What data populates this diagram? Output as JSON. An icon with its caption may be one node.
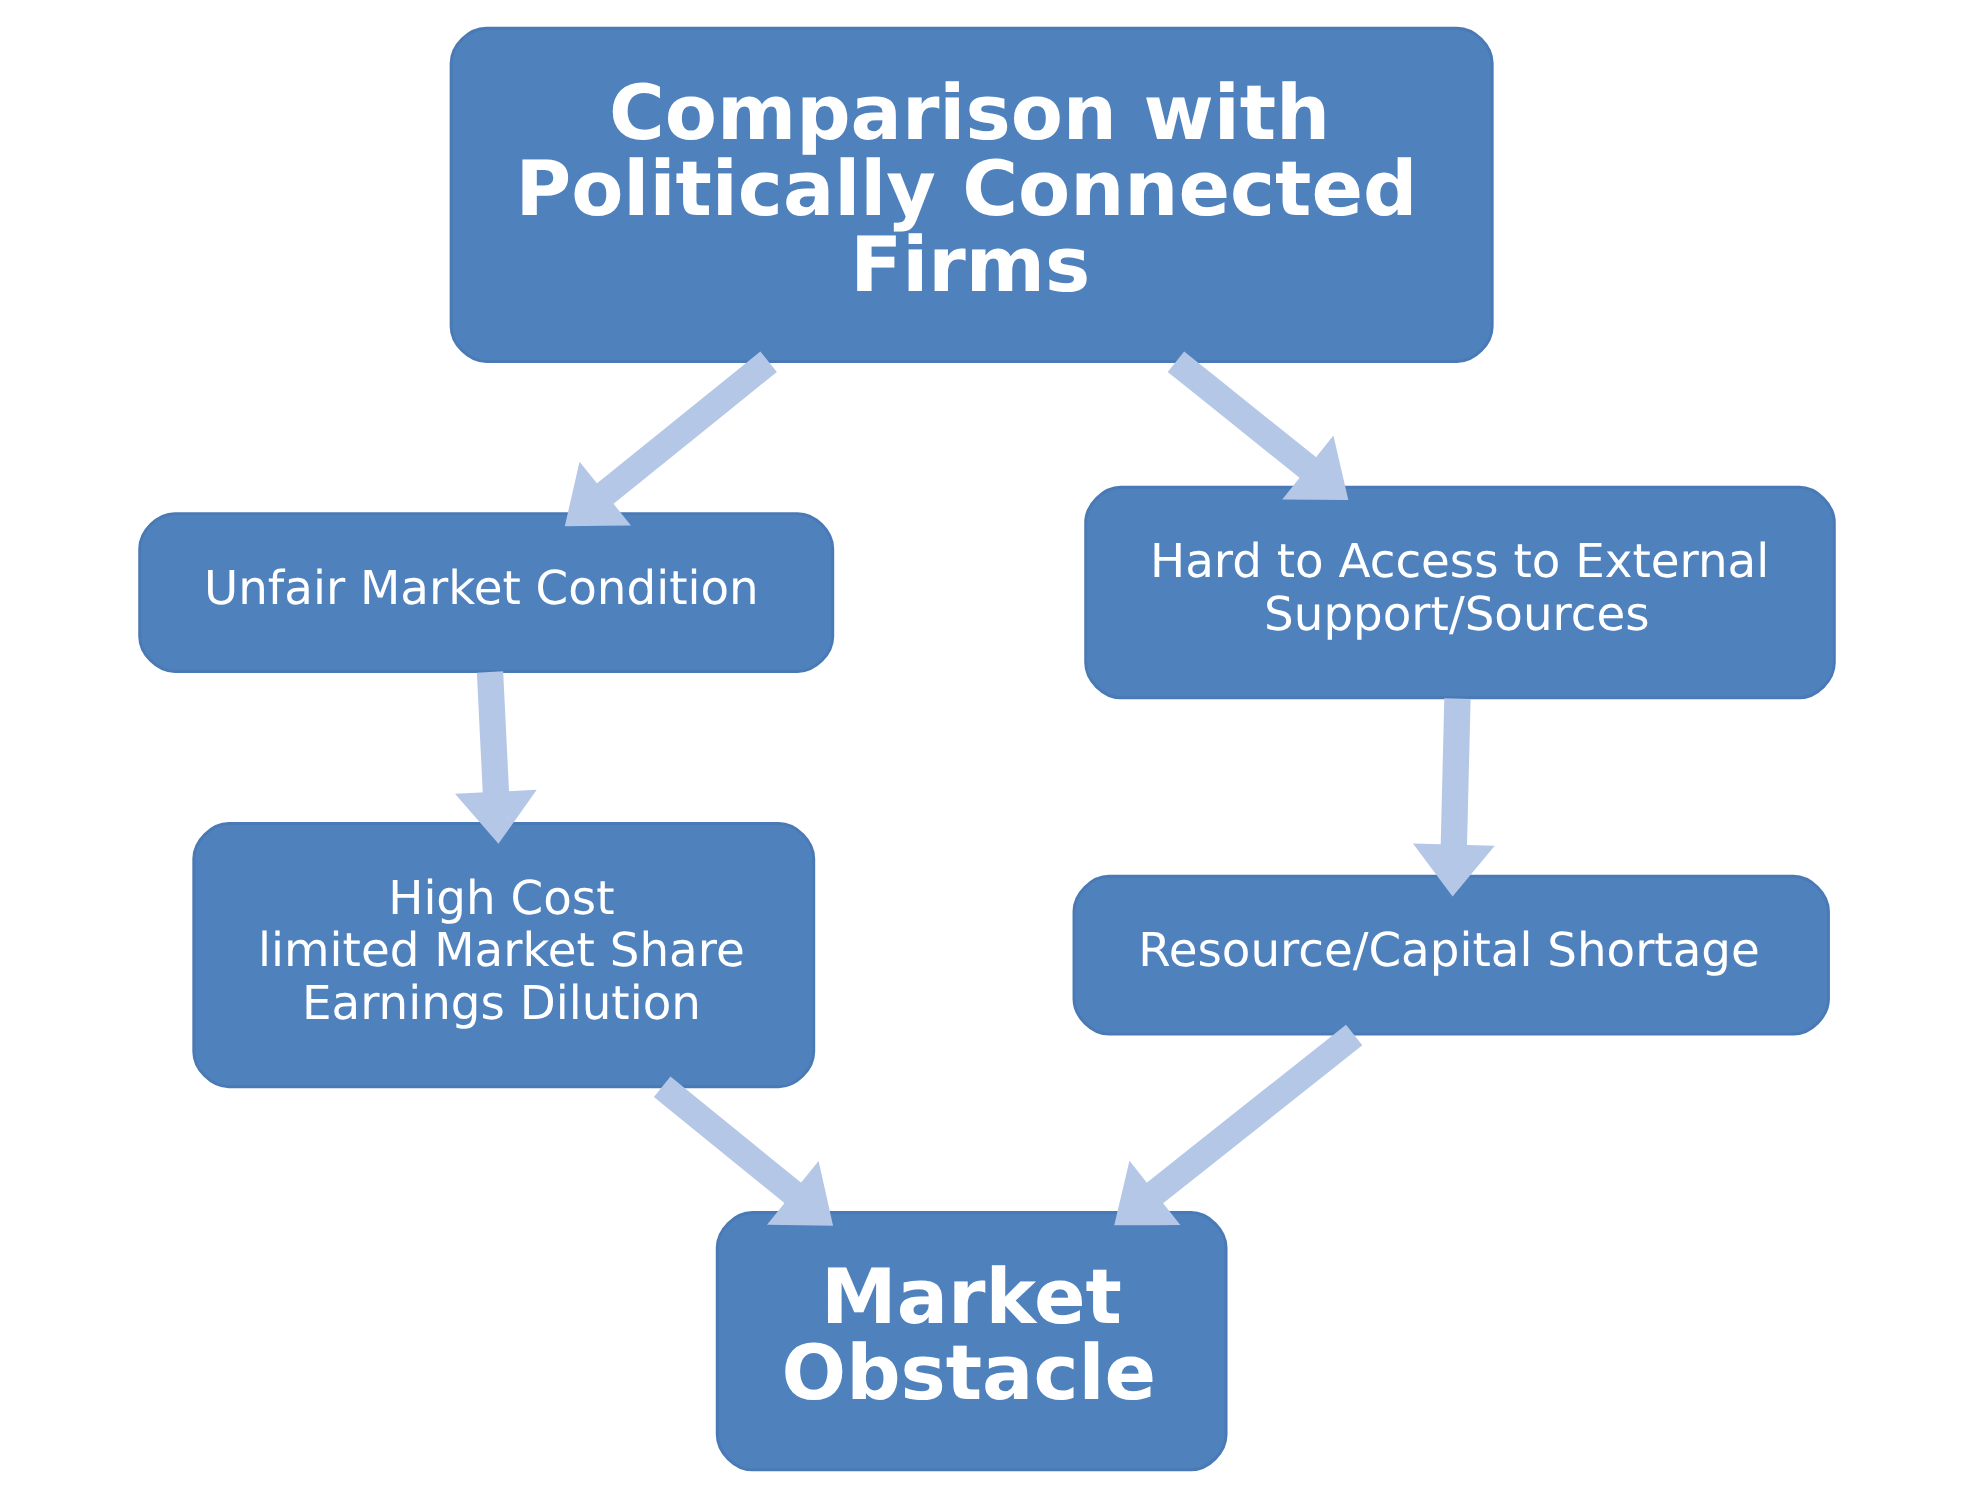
{
  "diagram": {
    "nodes": [
      {
        "text": [
          "Comparison with Politically Connected Firms"
        ]
      },
      {
        "text": [
          "Unfair Market Condition"
        ]
      },
      {
        "text": [
          "Hard to Access to External Support/Sources"
        ]
      },
      {
        "text": [
          "High Cost",
          "limited Market Share",
          "Earnings Dilution"
        ]
      },
      {
        "text": [
          "Resource/Capital Shortage"
        ]
      },
      {
        "text": [
          "Market Obstacle"
        ]
      }
    ],
    "edges": [
      {
        "from": 0,
        "to": 1,
        "arrow": "to"
      },
      {
        "from": 0,
        "to": 2,
        "arrow": "to"
      },
      {
        "from": 1,
        "to": 3,
        "arrow": "to"
      },
      {
        "from": 2,
        "to": 4,
        "arrow": "to"
      },
      {
        "from": 3,
        "to": 5,
        "arrow": "to"
      },
      {
        "from": 4,
        "to": 5,
        "arrow": "to"
      }
    ]
  }
}
